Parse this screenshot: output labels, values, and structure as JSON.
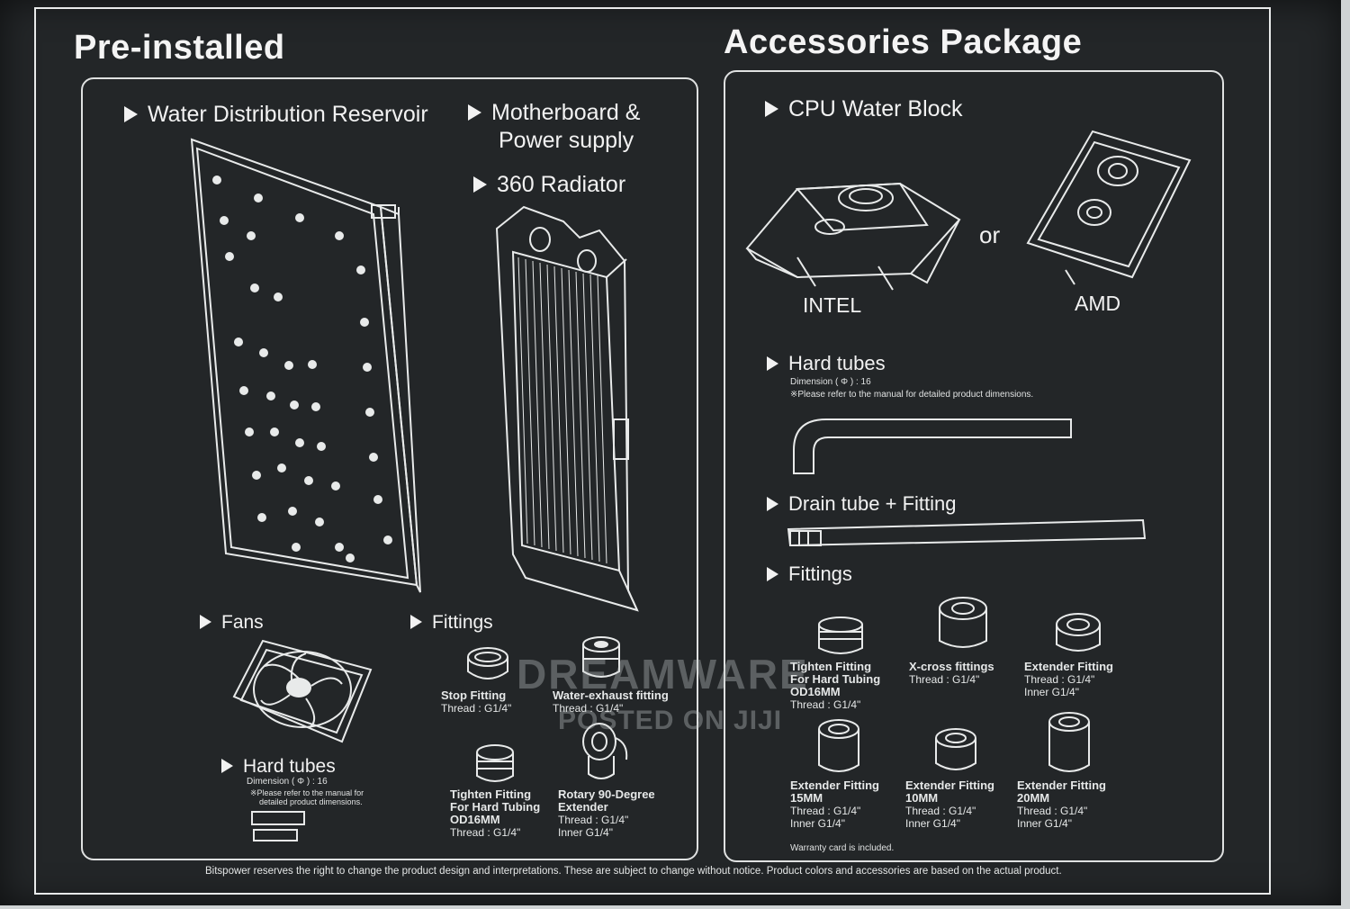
{
  "sections": {
    "preinstalled_title": "Pre-installed",
    "accessories_title": "Accessories Package"
  },
  "preinstalled": {
    "reservoir": "Water Distribution Reservoir",
    "motherboard_line1": "Motherboard &",
    "motherboard_line2": "Power supply",
    "radiator": "360 Radiator",
    "fans": "Fans",
    "fittings": "Fittings",
    "hard_tubes": "Hard tubes",
    "hard_tubes_dimension": "Dimension ( Φ ) : 16",
    "hard_tubes_note_1": "※Please refer to the manual for",
    "hard_tubes_note_2": "detailed product dimensions.",
    "items": [
      {
        "name": "Stop Fitting",
        "line2": "",
        "line3": "",
        "thread": "Thread : G1/4\""
      },
      {
        "name": "Water-exhaust fitting",
        "line2": "",
        "line3": "",
        "thread": "Thread : G1/4\""
      },
      {
        "name": "Tighten Fitting",
        "line2": "For Hard Tubing",
        "line3": "OD16MM",
        "thread": "Thread : G1/4\""
      },
      {
        "name": "Rotary 90-Degree",
        "line2": "Extender",
        "line3": "Thread : G1/4\"",
        "thread": "Inner G1/4\""
      }
    ]
  },
  "accessories": {
    "cpu_block": "CPU Water Block",
    "intel": "INTEL",
    "or": "or",
    "amd": "AMD",
    "hard_tubes": "Hard tubes",
    "hard_tubes_dimension": "Dimension ( Φ ) : 16",
    "hard_tubes_note": "※Please refer to the manual for detailed product dimensions.",
    "drain": "Drain tube + Fitting",
    "fittings": "Fittings",
    "items": [
      {
        "name": "Tighten Fitting",
        "line2": "For Hard Tubing",
        "line3": "OD16MM",
        "line4": "Thread : G1/4\""
      },
      {
        "name": "X-cross fittings",
        "line2": "Thread : G1/4\"",
        "line3": "",
        "line4": ""
      },
      {
        "name": "Extender Fitting",
        "line2": "Thread : G1/4\"",
        "line3": "Inner G1/4\"",
        "line4": ""
      },
      {
        "name": "Extender Fitting",
        "line2": "15MM",
        "line3": "Thread : G1/4\"",
        "line4": "Inner G1/4\""
      },
      {
        "name": "Extender Fitting",
        "line2": "10MM",
        "line3": "Thread : G1/4\"",
        "line4": "Inner G1/4\""
      },
      {
        "name": "Extender Fitting",
        "line2": "20MM",
        "line3": "Thread : G1/4\"",
        "line4": "Inner G1/4\""
      }
    ],
    "warranty": "Warranty card is included."
  },
  "footer": "Bitspower reserves the right to change the  product design and interpretations. These are subject to change without notice. Product colors and accessories are based on the actual product.",
  "watermark": {
    "line1": "DREAMWARE",
    "line2": "POSTED ON JIJI"
  },
  "colors": {
    "box": "#232628",
    "line": "#e8eaea",
    "background": "#cfd3d4"
  }
}
